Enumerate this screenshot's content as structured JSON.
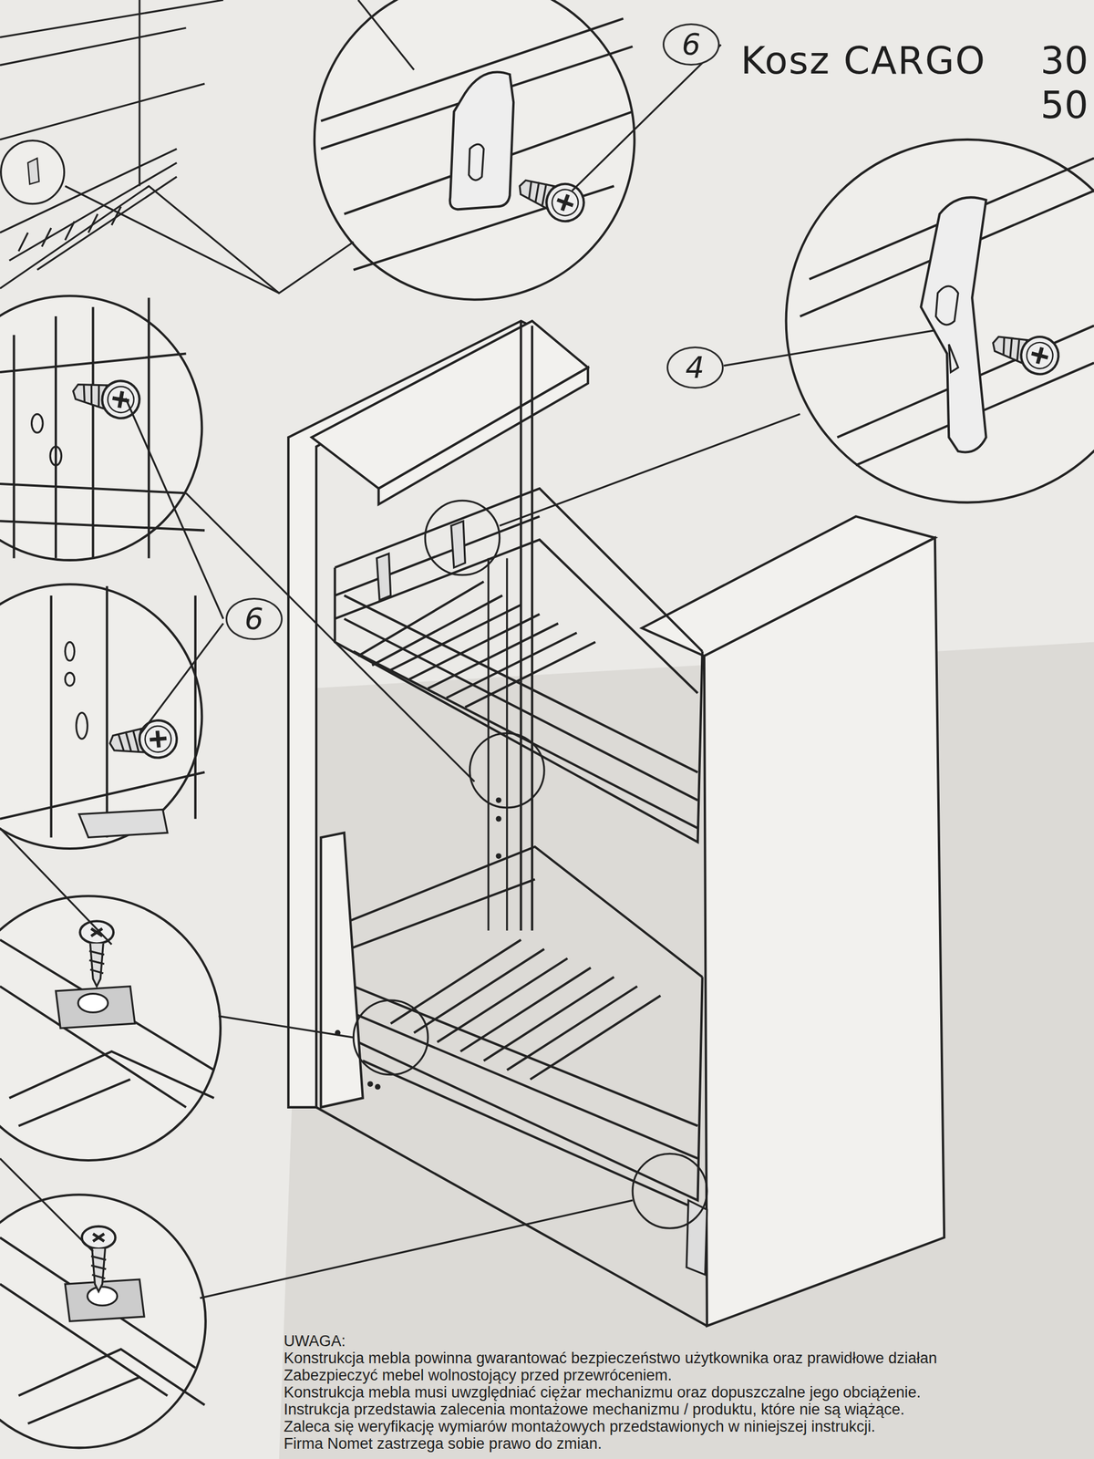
{
  "diagram": {
    "title": "Kosz CARGO",
    "nodes": [
      {
        "text": [
          "6"
        ]
      },
      {
        "text": [
          "4"
        ]
      },
      {
        "text": [
          "6"
        ]
      }
    ],
    "labels": [
      "30",
      "50",
      "UWAGA:",
      "Konstrukcja mebla powinna gwarantować bezpieczeństwo użytkownika oraz prawidłowe działan",
      "Zabezpieczyć mebel wolnostojący przed przewróceniem.",
      "Konstrukcja mebla musi uwzględniać ciężar mechanizmu oraz dopuszczalne jego obciążenie.",
      "Instrukcja przedstawia zalecenia montażowe mechanizmu / produktu, które nie są wiążące.",
      "Zaleca się weryfikację wymiarów montażowych przedstawionych w niniejszej instrukcji.",
      "Firma Nomet zastrzega sobie prawo do zmian."
    ]
  }
}
